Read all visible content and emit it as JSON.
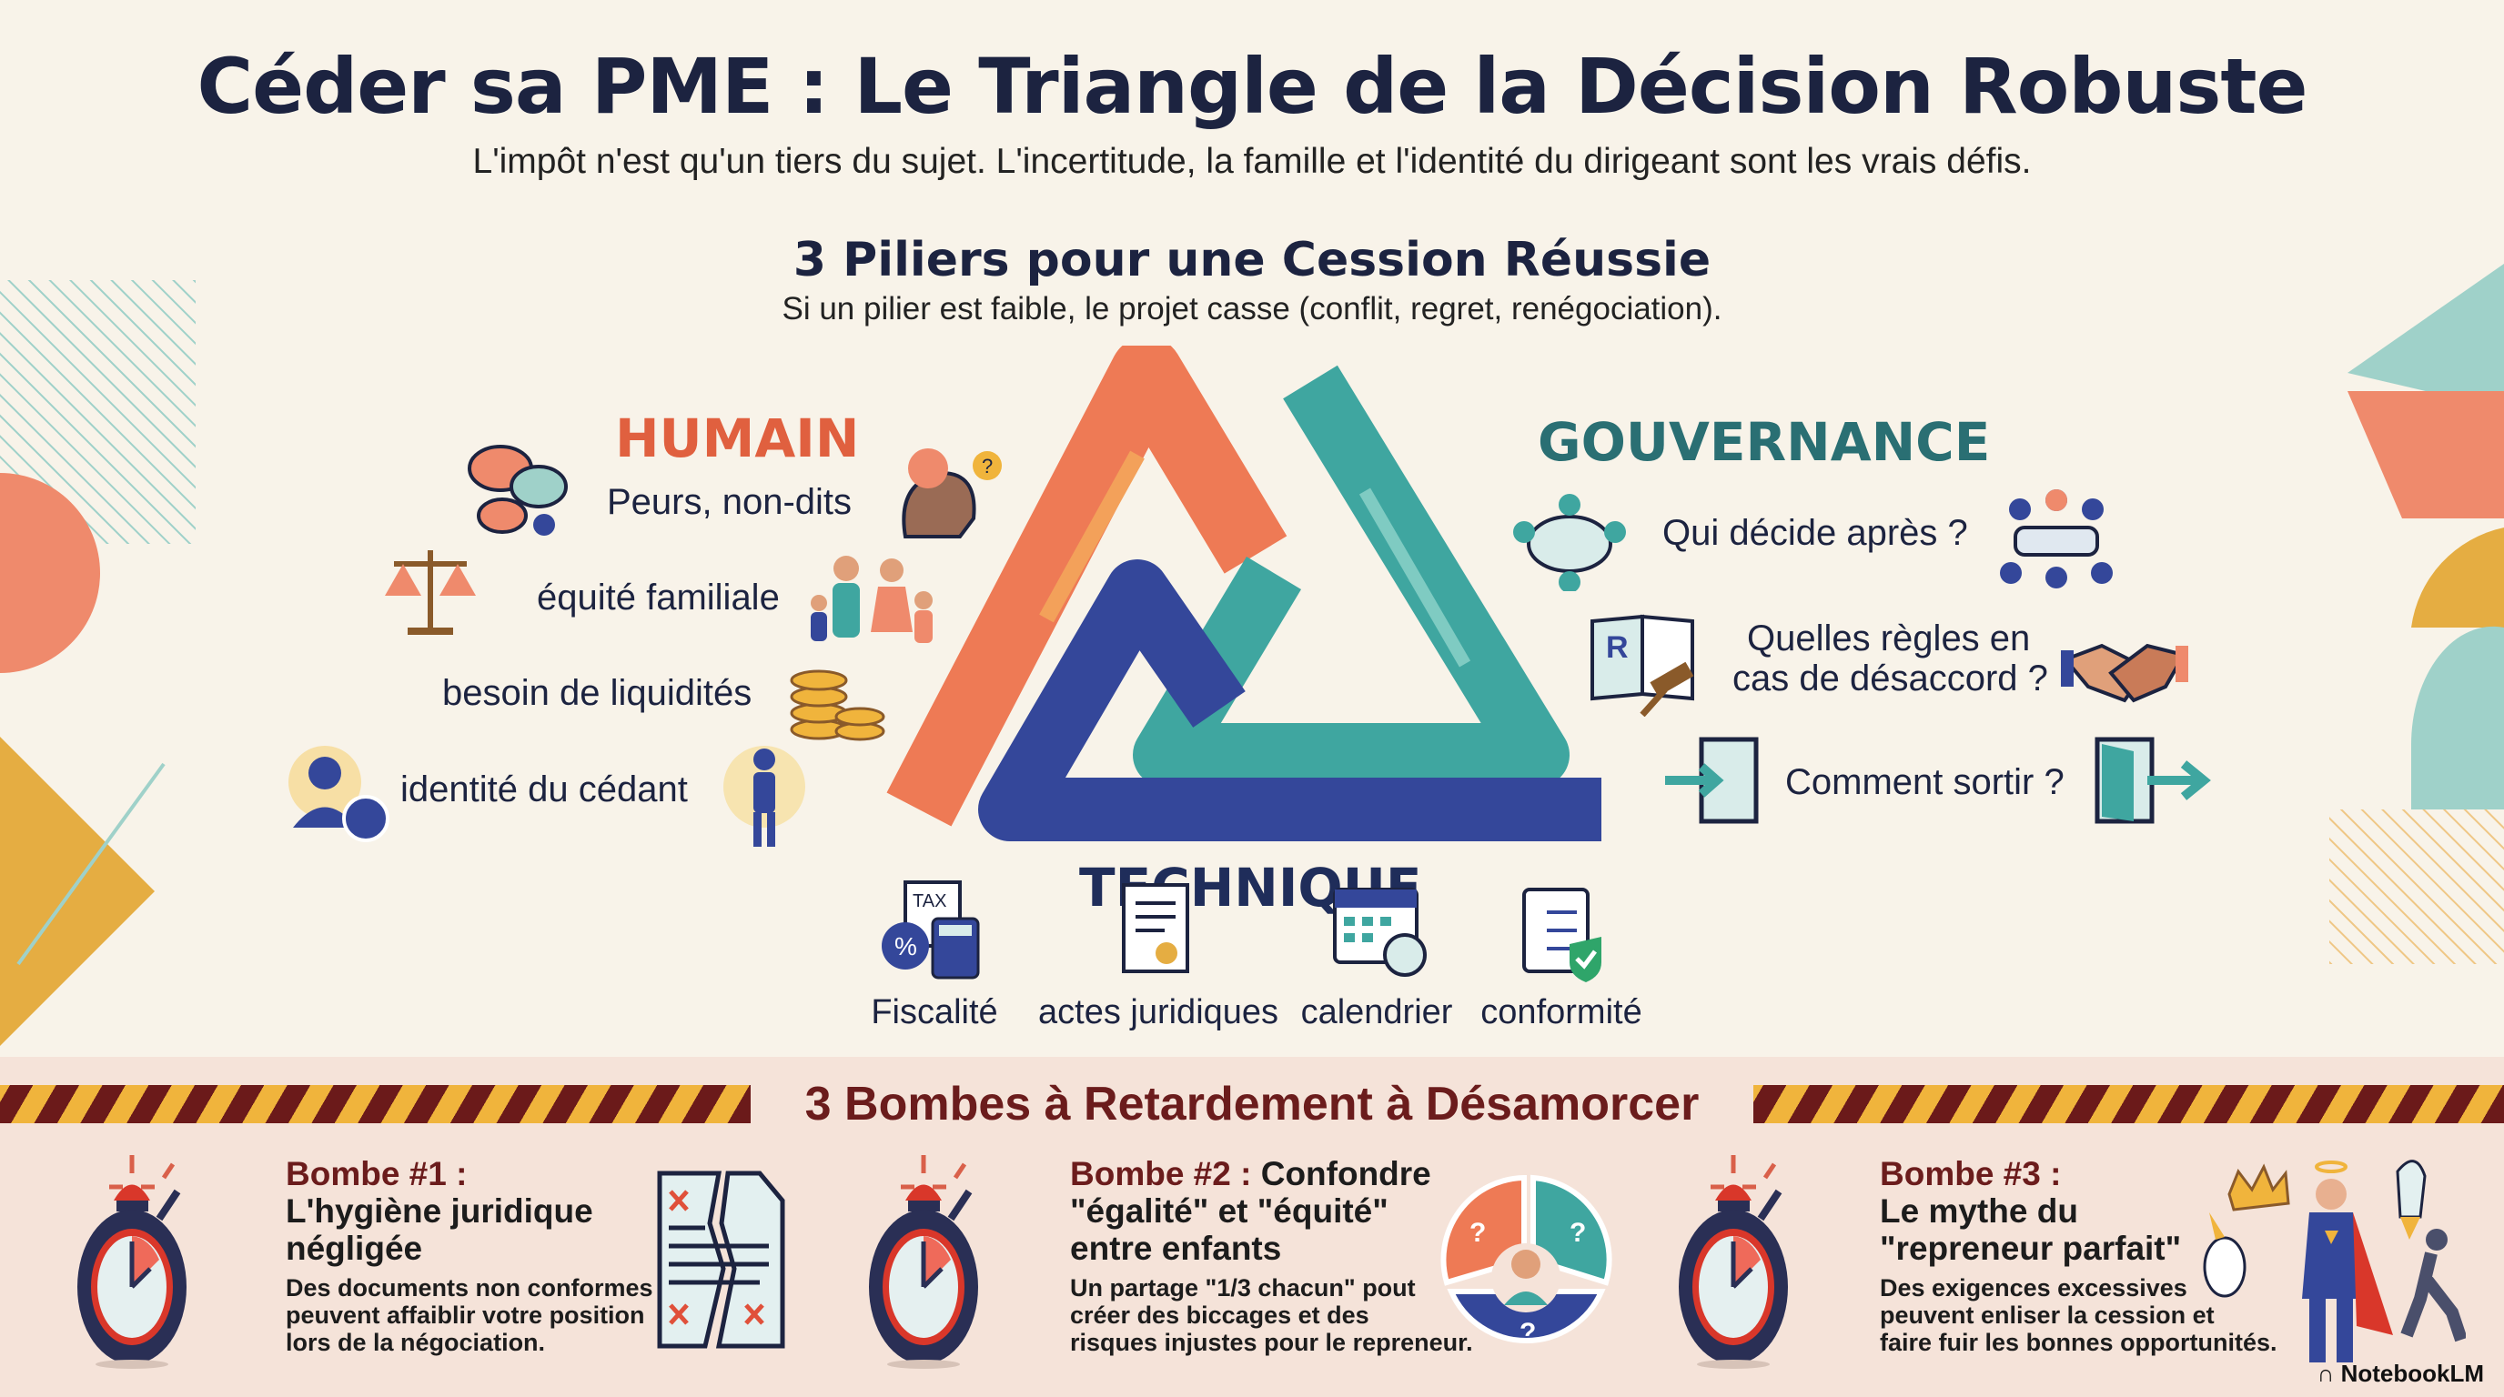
{
  "header": {
    "title": "Céder sa PME : Le Triangle de la Décision Robuste",
    "subtitle": "L'impôt n'est qu'un tiers du sujet. L'incertitude, la famille et l'identité du dirigeant sont les vrais défis."
  },
  "pillars": {
    "title": "3 Piliers pour une Cession Réussie",
    "subtitle": "Si un pilier est faible, le projet casse (conflit, regret, renégociation).",
    "humain": {
      "label": "HUMAIN",
      "color": "#e0603f",
      "items": [
        "Peurs, non-dits",
        "équité familiale",
        "besoin de liquidités",
        "identité du cédant"
      ]
    },
    "gouvernance": {
      "label": "GOUVERNANCE",
      "color": "#2a6f73",
      "items": [
        "Qui décide après ?",
        "Quelles règles en",
        "cas de désaccord ?",
        "Comment sortir ?"
      ]
    },
    "technique": {
      "label": "TECHNIQUE",
      "color": "#1f2d5a",
      "items": [
        "Fiscalité",
        "actes juridiques",
        "calendrier",
        "conformité"
      ]
    }
  },
  "bombs": {
    "title": "3 Bombes à Retardement à Désamorcer",
    "items": [
      {
        "label": "Bombe #1 :",
        "title_lines": [
          "L'hygiène juridique",
          "négligée"
        ],
        "desc_lines": [
          "Des documents non conformes",
          "peuvent affaiblir votre position",
          "lors de la négociation."
        ]
      },
      {
        "label": "Bombe #2 :",
        "title_lines": [
          "Confondre",
          "\"égalité\" et \"équité\"",
          "entre enfants"
        ],
        "desc_lines": [
          "Un partage \"1/3 chacun\" pout",
          "créer des biccages et des",
          "risques injustes pour le repreneur."
        ]
      },
      {
        "label": "Bombe #3 :",
        "title_lines": [
          "Le mythe du",
          "\"repreneur parfait\""
        ],
        "desc_lines": [
          "Des exigences excessives",
          "peuvent enliser la cession et",
          "faire fuir les bonnes opportunités."
        ]
      }
    ]
  },
  "icons": {
    "tax_label": "TAX",
    "book_letter": "R"
  },
  "brand": "NotebookLM"
}
